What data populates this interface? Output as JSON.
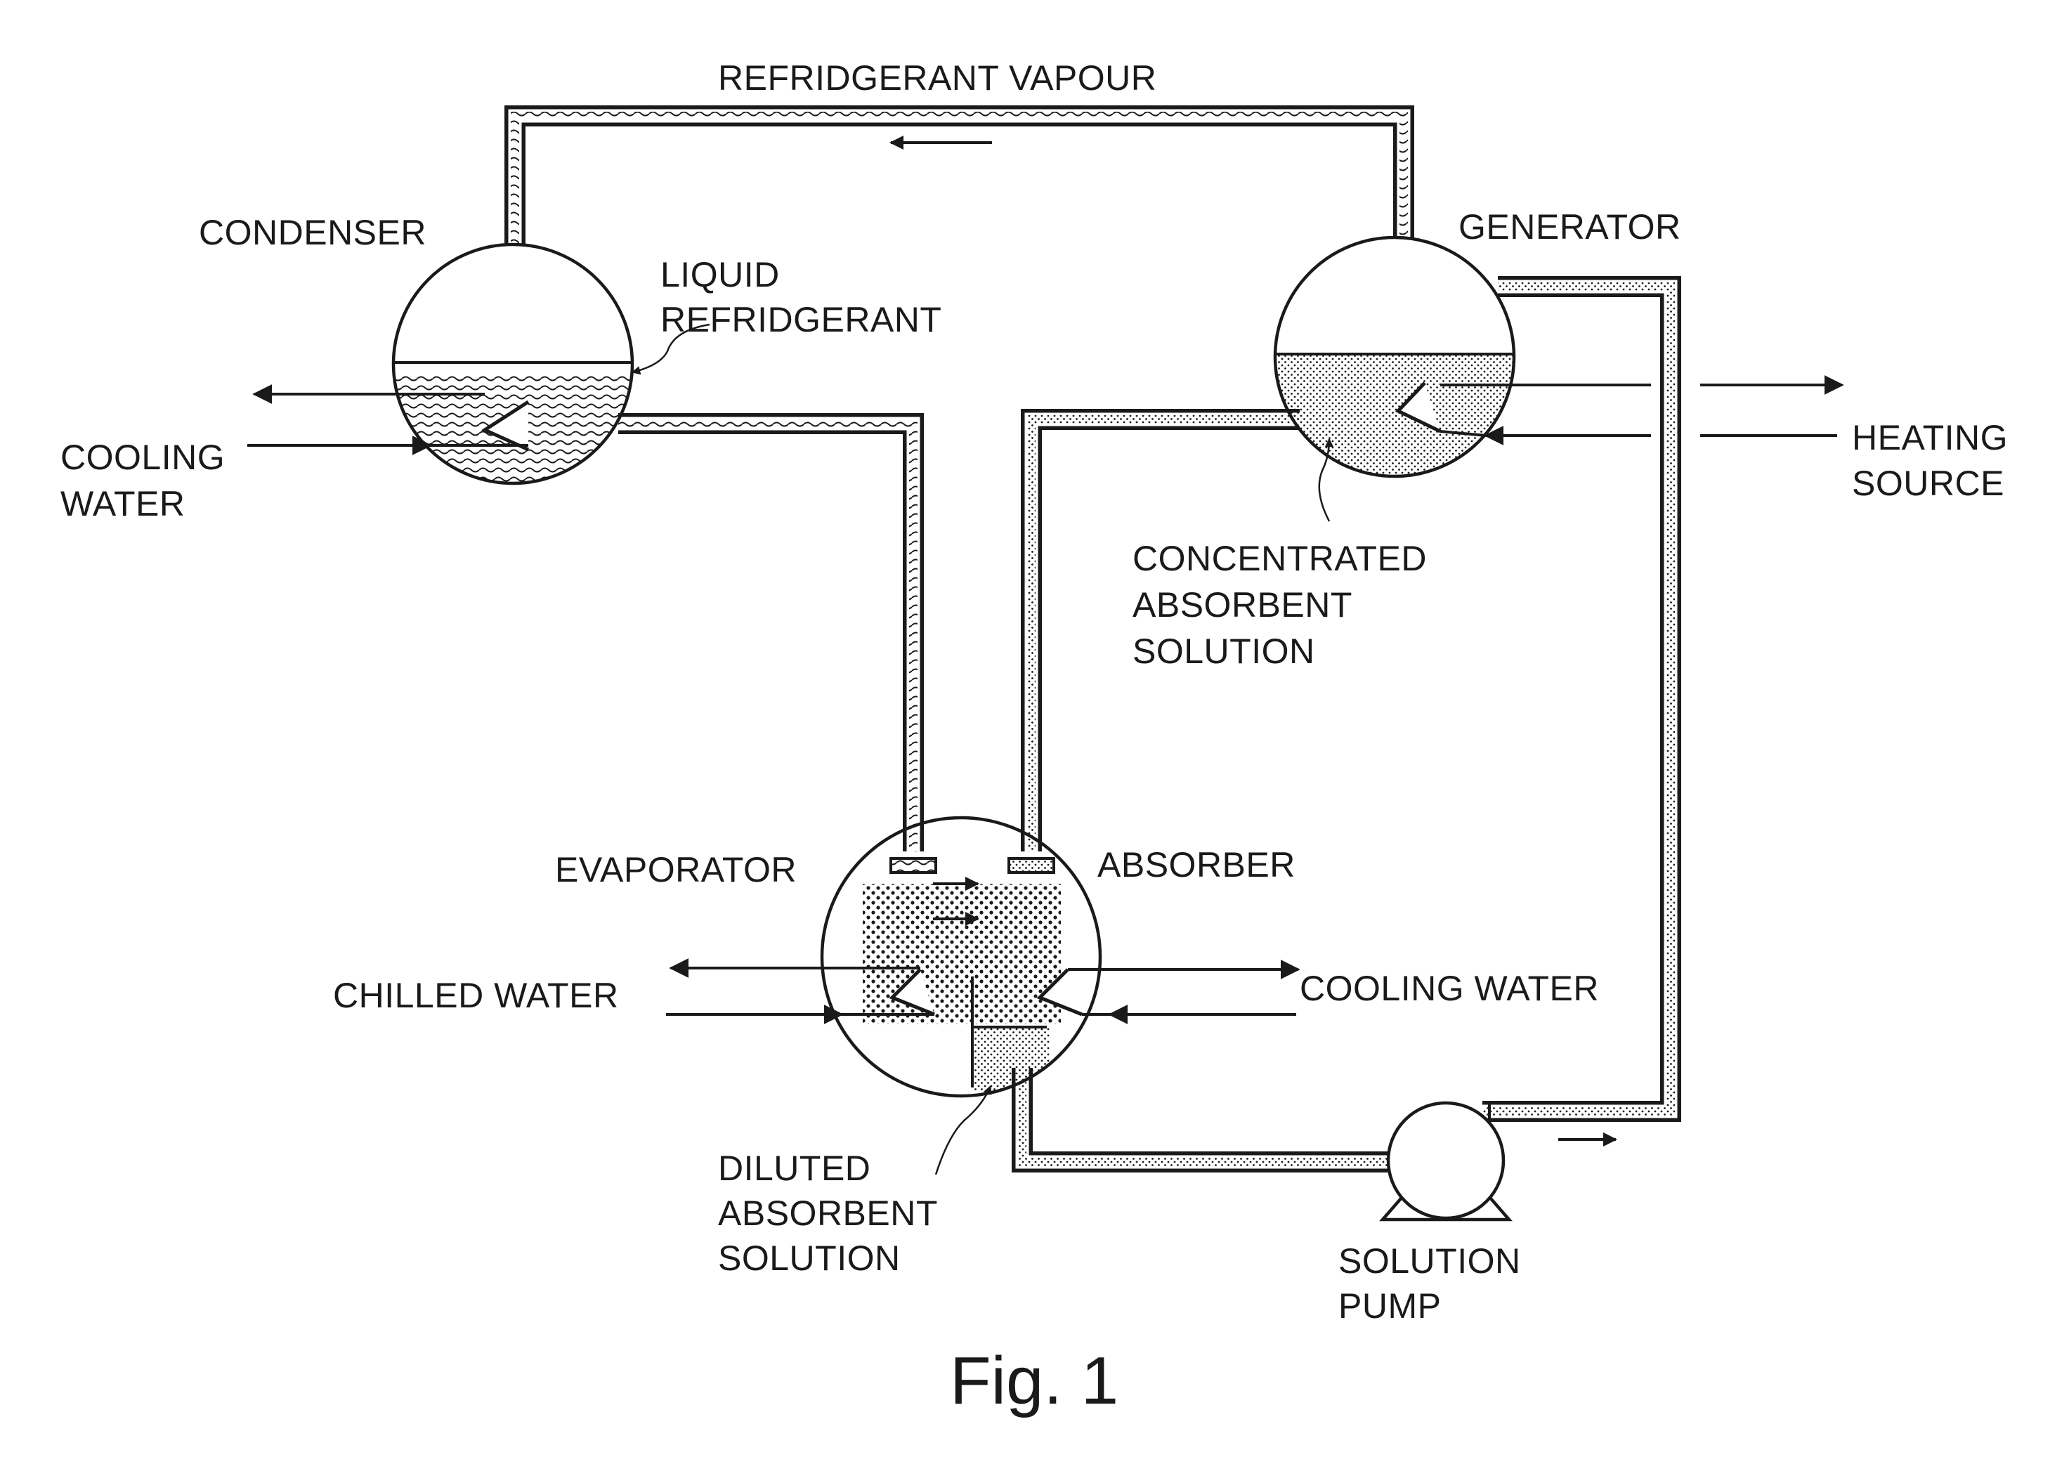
{
  "labels": {
    "refrigerant_vapour": "REFRIDGERANT VAPOUR",
    "condenser": "CONDENSER",
    "generator": "GENERATOR",
    "liquid_refrigerant_1": "LIQUID",
    "liquid_refrigerant_2": "REFRIDGERANT",
    "cooling_water_left_1": "COOLING",
    "cooling_water_left_2": "WATER",
    "heating_source_1": "HEATING",
    "heating_source_2": "SOURCE",
    "concentrated_1": "CONCENTRATED",
    "concentrated_2": "ABSORBENT",
    "concentrated_3": "SOLUTION",
    "evaporator": "EVAPORATOR",
    "absorber": "ABSORBER",
    "chilled_water": "CHILLED WATER",
    "cooling_water_right": "COOLING WATER",
    "diluted_1": "DILUTED",
    "diluted_2": "ABSORBENT",
    "diluted_3": "SOLUTION",
    "solution_pump_1": "SOLUTION",
    "solution_pump_2": "PUMP",
    "figure_caption": "Fig. 1"
  }
}
